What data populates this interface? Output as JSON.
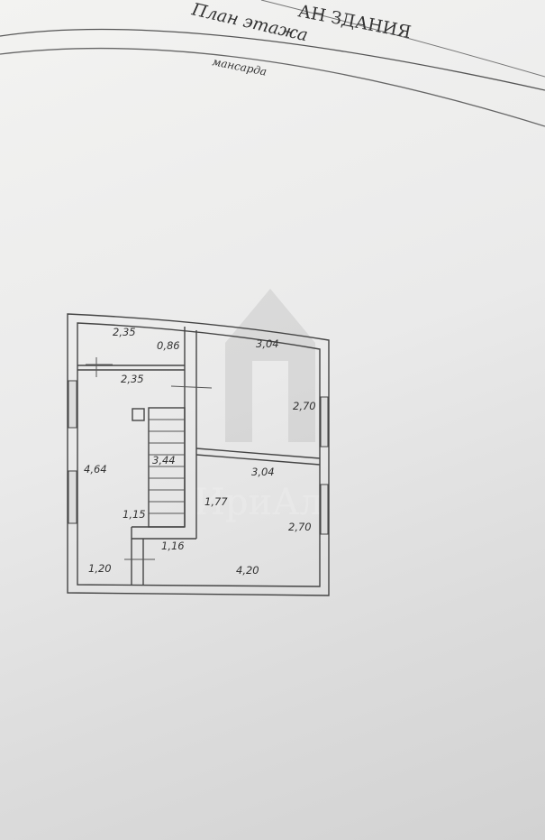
{
  "header": {
    "section_title": "АН ЗДАНИЯ",
    "plan_title": "План этажа",
    "floor_name": "мансарда"
  },
  "plan": {
    "dimensions": {
      "d1": "2,35",
      "d2": "0,86",
      "d3": "3,04",
      "d4": "2,35",
      "d5": "2,70",
      "d6": "3,44",
      "d7": "4,64",
      "d8": "3,04",
      "d9": "1,77",
      "d10": "1,15",
      "d11": "2,70",
      "d12": "1,16",
      "d13": "1,20",
      "d14": "4,20"
    }
  },
  "watermark": "ИриАл"
}
